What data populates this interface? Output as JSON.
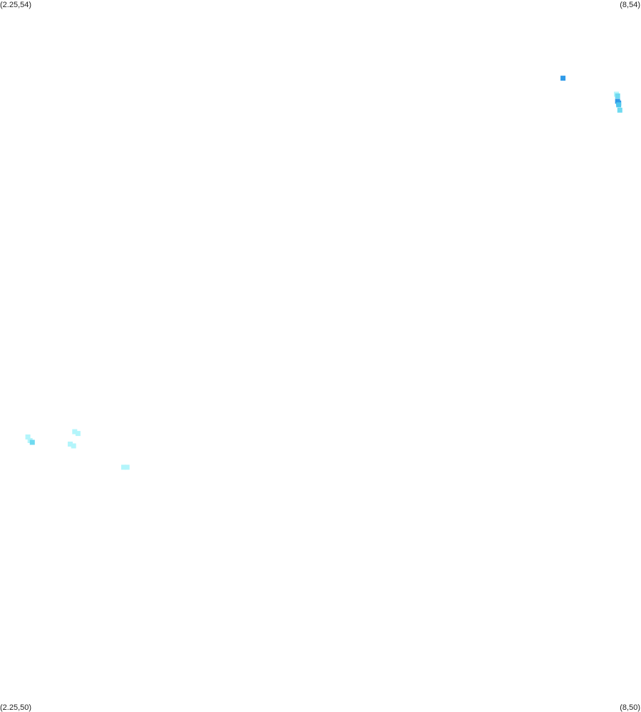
{
  "corners": {
    "top_left": "(2.25,54)",
    "top_right": "(8,54)",
    "bottom_left": "(2.25,50)",
    "bottom_right": "(8,50)"
  },
  "extent": {
    "x_min": 2.25,
    "x_max": 8,
    "y_min": 50,
    "y_max": 54
  },
  "palette": {
    "light": "#b3f5fb",
    "mid": "#6fdaf0",
    "bright": "#4cc6ee",
    "dark": "#2f9ae8"
  },
  "points": [
    {
      "x": 7.3,
      "y": 53.56,
      "tone": "dark"
    },
    {
      "x": 7.78,
      "y": 53.47,
      "tone": "light"
    },
    {
      "x": 7.79,
      "y": 53.46,
      "tone": "mid"
    },
    {
      "x": 7.79,
      "y": 53.43,
      "tone": "dark"
    },
    {
      "x": 7.8,
      "y": 53.42,
      "tone": "dark"
    },
    {
      "x": 7.8,
      "y": 53.41,
      "tone": "bright"
    },
    {
      "x": 7.81,
      "y": 53.38,
      "tone": "mid"
    },
    {
      "x": 2.5,
      "y": 51.54,
      "tone": "light"
    },
    {
      "x": 2.52,
      "y": 51.52,
      "tone": "light"
    },
    {
      "x": 2.54,
      "y": 51.51,
      "tone": "mid"
    },
    {
      "x": 2.92,
      "y": 51.57,
      "tone": "light"
    },
    {
      "x": 2.95,
      "y": 51.56,
      "tone": "light"
    },
    {
      "x": 2.88,
      "y": 51.5,
      "tone": "light"
    },
    {
      "x": 2.91,
      "y": 51.49,
      "tone": "light"
    },
    {
      "x": 3.36,
      "y": 51.37,
      "tone": "light"
    },
    {
      "x": 3.39,
      "y": 51.37,
      "tone": "light"
    }
  ]
}
